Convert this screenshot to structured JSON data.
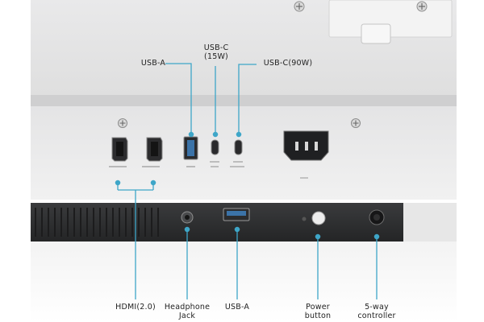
{
  "labels": {
    "top": {
      "usb_a": "USB-A",
      "usb_c_15w": "USB-C\n(15W)",
      "usb_c_90w": "USB-C(90W)"
    },
    "bottom": {
      "hdmi": "HDMI(2.0)",
      "headphone": "Headphone\nJack",
      "usb_a": "USB-A",
      "power": "Power\nbutton",
      "controller": "5-way\ncontroller"
    }
  },
  "colors": {
    "callout_line": "#3ea6c8",
    "panel_light": "#ececec",
    "panel_dark": "#2e2f31",
    "text": "#222222"
  },
  "icons": [
    "hdmi-port-icon",
    "usb-a-port-icon",
    "usb-c-port-icon",
    "power-socket-icon",
    "headphone-jack-icon",
    "power-button-icon",
    "controller-knob-icon",
    "screw-icon"
  ]
}
